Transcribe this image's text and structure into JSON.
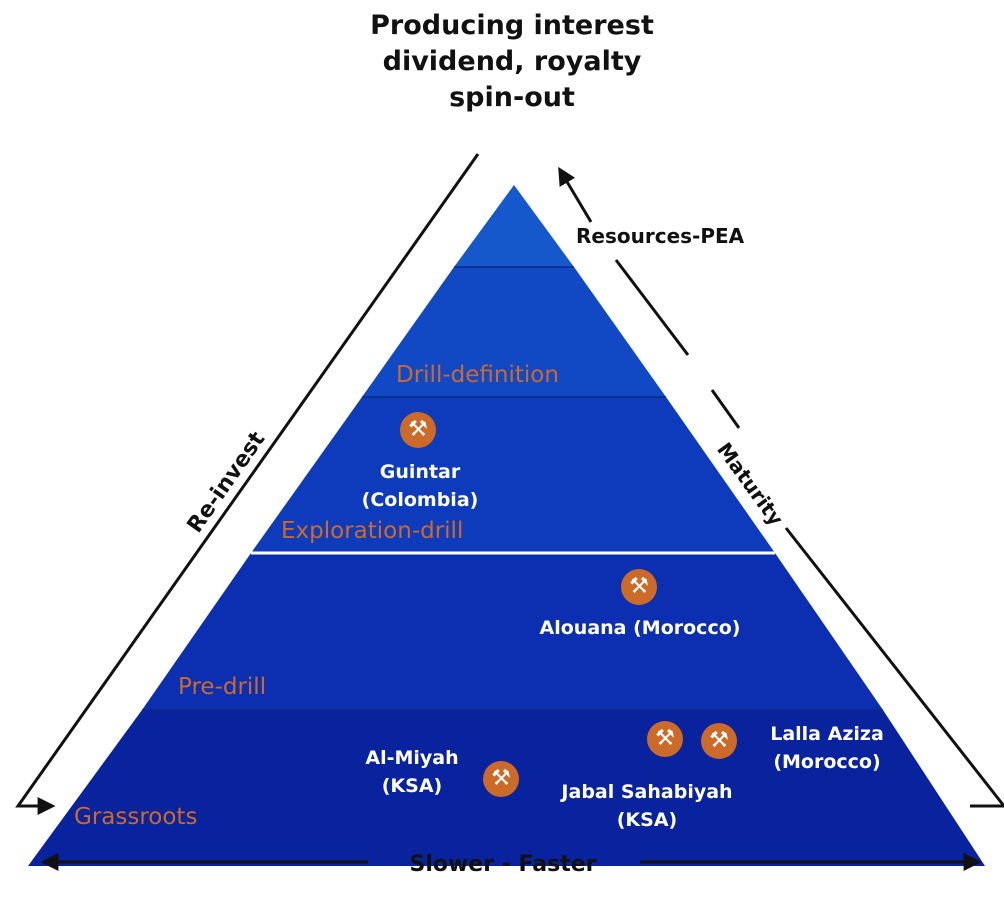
{
  "title": {
    "line1": "Producing interest",
    "line2": "dividend, royalty",
    "line3": "spin-out"
  },
  "side_labels": {
    "left": "Re-invest",
    "right": "Maturity",
    "top_right": "Resources-PEA",
    "bottom": "Slower - Faster"
  },
  "stages": [
    {
      "label": "Drill-definition"
    },
    {
      "label": "Exploration-drill"
    },
    {
      "label": "Pre-drill"
    },
    {
      "label": "Grassroots"
    }
  ],
  "projects": [
    {
      "line1": "Guintar",
      "line2": "(Colombia)",
      "icon": "mining-pick-hammer-icon"
    },
    {
      "line1": "Alouana (Morocco)",
      "icon": "mining-pick-hammer-icon"
    },
    {
      "line1": "Al-Miyah",
      "line2": "(KSA)",
      "icon": "mining-pick-hammer-icon"
    },
    {
      "line1": "Jabal Sahabiyah",
      "line2": "(KSA)",
      "icon": "mining-pick-hammer-icon"
    },
    {
      "line1": "Lalla Aziza",
      "line2": "(Morocco)",
      "icon": "mining-pick-hammer-icon"
    }
  ],
  "colors": {
    "accent": "#cc6a29",
    "tier_top": "#1558cc",
    "tier_mid": "#0d3bbb",
    "tier_low": "#0a2aa8",
    "tier_base": "#09229d"
  }
}
